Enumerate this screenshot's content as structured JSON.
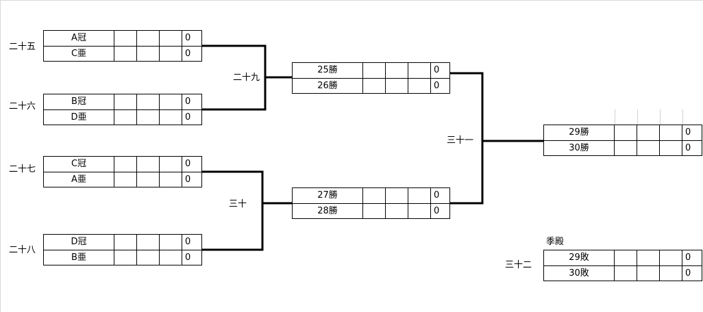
{
  "matches": {
    "m25": {
      "label": "二十五",
      "teams": [
        "A冠",
        "C亜"
      ],
      "scores": [
        "0",
        "0"
      ]
    },
    "m26": {
      "label": "二十六",
      "teams": [
        "B冠",
        "D亜"
      ],
      "scores": [
        "0",
        "0"
      ]
    },
    "m27": {
      "label": "二十七",
      "teams": [
        "C冠",
        "A亜"
      ],
      "scores": [
        "0",
        "0"
      ]
    },
    "m28": {
      "label": "二十八",
      "teams": [
        "D冠",
        "B亜"
      ],
      "scores": [
        "0",
        "0"
      ]
    },
    "m29": {
      "label": "二十九",
      "teams": [
        "25勝",
        "26勝"
      ],
      "scores": [
        "0",
        "0"
      ]
    },
    "m30": {
      "label": "三十",
      "teams": [
        "27勝",
        "28勝"
      ],
      "scores": [
        "0",
        "0"
      ]
    },
    "m31": {
      "label": "三十一",
      "teams": [
        "29勝",
        "30勝"
      ],
      "scores": [
        "0",
        "0"
      ]
    },
    "m32": {
      "label": "三十二",
      "teams": [
        "29敗",
        "30敗"
      ],
      "scores": [
        "0",
        "0"
      ]
    }
  },
  "third_place_title": "季殿"
}
